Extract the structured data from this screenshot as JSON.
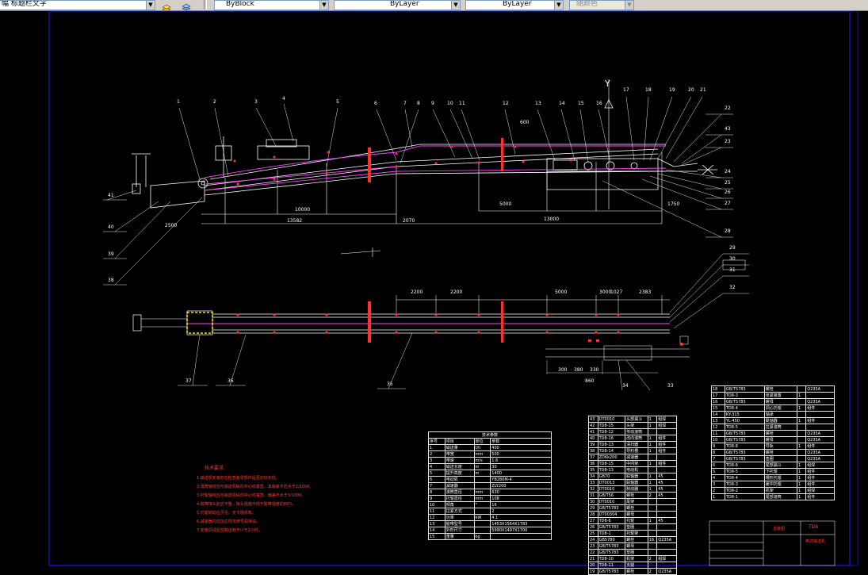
{
  "toolbar": {
    "text_style": "幅 标题栏文字",
    "color": "ByBlock",
    "linetype": "ByLayer",
    "lineweight": "ByLayer",
    "plotstyle": "随颜色",
    "colors": {
      "toolbar_bg": "#d4d0c8",
      "combo_border": "#7f9db9"
    }
  },
  "drawing": {
    "colors": {
      "background": "#000000",
      "frame": "#2020ff",
      "geometry": "#ffffff",
      "belt": "#ff40ff",
      "accent": "#ff3030",
      "notes": "#ff3b3b"
    },
    "balloons_top": [
      "1",
      "2",
      "3",
      "4",
      "5",
      "6",
      "7",
      "8",
      "9",
      "10",
      "11",
      "12",
      "13",
      "14",
      "15",
      "16",
      "17",
      "18",
      "19",
      "20",
      "21"
    ],
    "balloons_right": [
      "22",
      "43",
      "23",
      "24",
      "25",
      "26",
      "27",
      "28"
    ],
    "balloons_left": [
      "41",
      "40",
      "39",
      "38"
    ],
    "balloons_plan_right": [
      "29",
      "30",
      "31",
      "32"
    ],
    "balloons_plan_bottom": [
      "37",
      "36",
      "35",
      "34",
      "33"
    ],
    "axis_label": "Y",
    "dims_elev": [
      "2500",
      "10000",
      "5000",
      "13000",
      "2070",
      "13582",
      "600",
      "1750"
    ],
    "dims_plan": [
      "2200",
      "2200",
      "5000",
      "3000",
      "2383",
      "1027"
    ],
    "dims_detail": [
      "300",
      "380",
      "330",
      "860"
    ],
    "notes": {
      "title": "技术要求",
      "lines": [
        "1.输送机安装前应检查各零部件是否完好无损。",
        "2.滚筒轴线应与输送机纵向中心线垂直，其偏差不应大于2/1000。",
        "3.托辊轴线应与输送机纵向中心线垂直，偏差不大于3/1000。",
        "4.胶带接头处应平整，接头强度不低于胶带强度的85%。",
        "5.托辊转动应灵活，无卡阻现象。",
        "6.减速器内应加注规定牌号润滑油。",
        "7.安装调试后空载运转不少于2小时。"
      ]
    },
    "spec_table": {
      "title": "技术参数",
      "header": [
        "序号",
        "项目",
        "单位",
        "参数"
      ],
      "rows": [
        [
          "1",
          "输送量",
          "t/h",
          "400"
        ],
        [
          "2",
          "带宽",
          "mm",
          "500"
        ],
        [
          "3",
          "带速",
          "m/s",
          "1.6"
        ],
        [
          "4",
          "输送长度",
          "m",
          "30"
        ],
        [
          "5",
          "提升高度",
          "m",
          "1400"
        ],
        [
          "6",
          "电动机",
          "",
          "YB280M-4"
        ],
        [
          "7",
          "减速器",
          "",
          "ZLY200"
        ],
        [
          "8",
          "滚筒直径",
          "mm",
          "630"
        ],
        [
          "9",
          "托辊直径",
          "mm",
          "108"
        ],
        [
          "10",
          "倾角",
          "°",
          "16"
        ],
        [
          "11",
          "拉紧方式",
          "",
          "2"
        ],
        [
          "12",
          "功率",
          "kW",
          "4.1"
        ],
        [
          "13",
          "胶带型号",
          "",
          "1453X1564X1783"
        ],
        [
          "14",
          "外形尺寸",
          "",
          "5990X1497X1700"
        ],
        [
          "15",
          "重量",
          "kg",
          ""
        ]
      ]
    },
    "bom_left": {
      "rows": [
        [
          "43",
          "DT0010",
          "头部漏斗",
          "1",
          "组焊"
        ],
        [
          "42",
          "TD8-15",
          "头架",
          "1",
          "组焊"
        ],
        [
          "41",
          "TD8-12",
          "传动滚筒",
          "",
          ""
        ],
        [
          "40",
          "TD8-16",
          "改向滚筒",
          "1",
          "组件"
        ],
        [
          "39",
          "TD8-13",
          "清扫器",
          "1",
          "组件"
        ],
        [
          "38",
          "TD8-14",
          "导料槽",
          "1",
          "组件"
        ],
        [
          "37",
          "ZD6k200",
          "减速器",
          "",
          ""
        ],
        [
          "36",
          "TD8-15",
          "中间架",
          "1",
          "组件"
        ],
        [
          "35",
          "TD8-13",
          "电动机",
          "",
          ""
        ],
        [
          "34",
          "GB70",
          "联轴器",
          "1",
          "45"
        ],
        [
          "33",
          "DT0013",
          "联轴器",
          "1",
          "45"
        ],
        [
          "32",
          "DT0010",
          "制动器",
          "1",
          "45"
        ],
        [
          "31",
          "GB/T56",
          "螺栓",
          "2",
          "45"
        ],
        [
          "30",
          "DT0010",
          "尾架",
          "",
          ""
        ],
        [
          "29",
          "GB/T5783",
          "螺栓",
          "",
          ""
        ],
        [
          "28",
          "DT00304",
          "螺母",
          "",
          ""
        ],
        [
          "27",
          "TD8-6",
          "托辊",
          "1",
          "45"
        ],
        [
          "26",
          "GB/T5783",
          "垫圈",
          "",
          ""
        ],
        [
          "25",
          "TD8-1",
          "托辊架",
          "",
          ""
        ],
        [
          "24",
          "GB5780",
          "螺栓",
          "16",
          "Q235A"
        ],
        [
          "23",
          "GB/T5783",
          "螺母",
          "",
          ""
        ],
        [
          "22",
          "GB/T5783",
          "垫圈",
          "",
          ""
        ],
        [
          "21",
          "TD8-10",
          "机架",
          "2",
          "组焊"
        ],
        [
          "20",
          "TD8-11",
          "支腿",
          "",
          ""
        ],
        [
          "19",
          "GB/T5783",
          "螺栓",
          "2",
          "Q235A"
        ]
      ]
    },
    "bom_right": {
      "rows": [
        [
          "18",
          "GB/T5783",
          "螺栓",
          "",
          "Q235A"
        ],
        [
          "17",
          "TD8-3",
          "张紧装置",
          "1",
          ""
        ],
        [
          "16",
          "GB/T5783",
          "螺母",
          "",
          "Q235A"
        ],
        [
          "15",
          "TD8-4",
          "调心托辊",
          "1",
          "组件"
        ],
        [
          "14",
          "KY-315",
          "轴承",
          "",
          ""
        ],
        [
          "13",
          "YL-450",
          "联轴器",
          "1",
          "组件"
        ],
        [
          "12",
          "TD8-5",
          "拉紧滚筒",
          "",
          ""
        ],
        [
          "11",
          "GB/T5783",
          "螺栓",
          "",
          "Q235A"
        ],
        [
          "10",
          "GB/T5783",
          "螺母",
          "",
          "Q235A"
        ],
        [
          "9",
          "TD8-8",
          "导轨",
          "1",
          "组件"
        ],
        [
          "8",
          "GB/T5783",
          "螺栓",
          "",
          "Q235A"
        ],
        [
          "7",
          "GB/T5783",
          "垫圈",
          "",
          "Q235A"
        ],
        [
          "6",
          "TD8-6",
          "尾部漏斗",
          "1",
          "组焊"
        ],
        [
          "5",
          "TD8-5",
          "下托辊",
          "1",
          "组件"
        ],
        [
          "4",
          "TD8-4",
          "槽形托辊",
          "1",
          "组件"
        ],
        [
          "3",
          "TD8-3",
          "缓冲托辊",
          "1",
          "组件"
        ],
        [
          "2",
          "TD8-2",
          "机架",
          "1",
          "组焊"
        ],
        [
          "1",
          "TD8-1",
          "尾部滚筒",
          "1",
          "组件"
        ]
      ]
    },
    "title_block": {
      "drawing_no": "TD8",
      "name": "带式输送机",
      "part": "总装图"
    }
  }
}
